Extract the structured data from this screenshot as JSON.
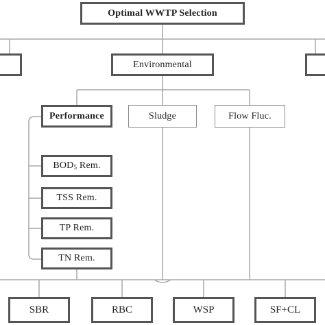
{
  "diagram": {
    "goal": "Optimal WWTP Selection",
    "criterion": "Environmental",
    "subcriteria": [
      "Performance",
      "Sludge",
      "Flow Fluc."
    ],
    "performance_items": [
      {
        "main": "BOD",
        "sub": "5",
        "rest": " Rem."
      },
      {
        "main": "TSS Rem.",
        "sub": "",
        "rest": ""
      },
      {
        "main": "TP Rem.",
        "sub": "",
        "rest": ""
      },
      {
        "main": "TN Rem.",
        "sub": "",
        "rest": ""
      }
    ],
    "alternatives": [
      "SBR",
      "RBC",
      "WSP",
      "SF+CL"
    ]
  },
  "colors": {
    "line": "#a8a8a8",
    "thick_border": "#555555",
    "text": "#222222"
  }
}
